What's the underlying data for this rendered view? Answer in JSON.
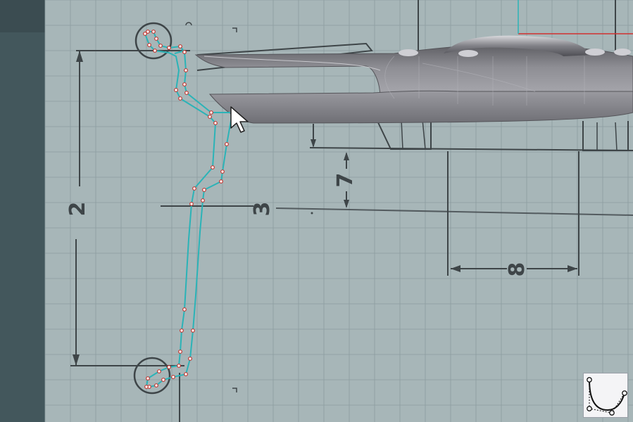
{
  "window": {
    "title": ""
  },
  "viewport": {
    "background_color": "#a7b6b8",
    "side_panel_color": "#43575c",
    "grid_color": "#8c9ca0",
    "drawing_line_color": "#3e4548",
    "curve_color": "#2bb3b7",
    "control_point_color": "#c2342e",
    "model_color": "#8c8c92"
  },
  "dimensions": {
    "label_2": "2",
    "label_3": "3",
    "label_7": "7",
    "label_8": "8"
  },
  "gumball": {
    "icon": "curve-control-points-icon"
  },
  "cursor": {
    "icon": "mouse-pointer-icon"
  }
}
